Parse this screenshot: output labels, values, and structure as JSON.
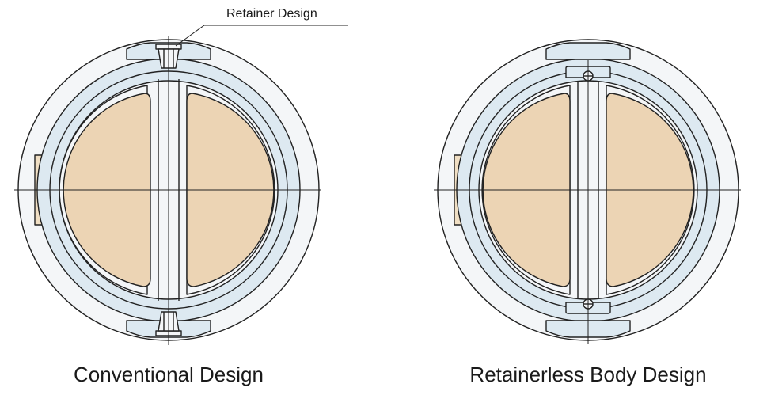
{
  "callout": {
    "label": "Retainer Design"
  },
  "diagrams": [
    {
      "id": "conventional",
      "caption": "Conventional Design"
    },
    {
      "id": "retainerless",
      "caption": "Retainerless Body Design"
    }
  ],
  "colors": {
    "stroke": "#222222",
    "body_fill": "#f4f6f8",
    "ring_fill": "#dde9f1",
    "plate_fill": "#ecd4b4",
    "tab_fill": "#f0dfc4"
  }
}
